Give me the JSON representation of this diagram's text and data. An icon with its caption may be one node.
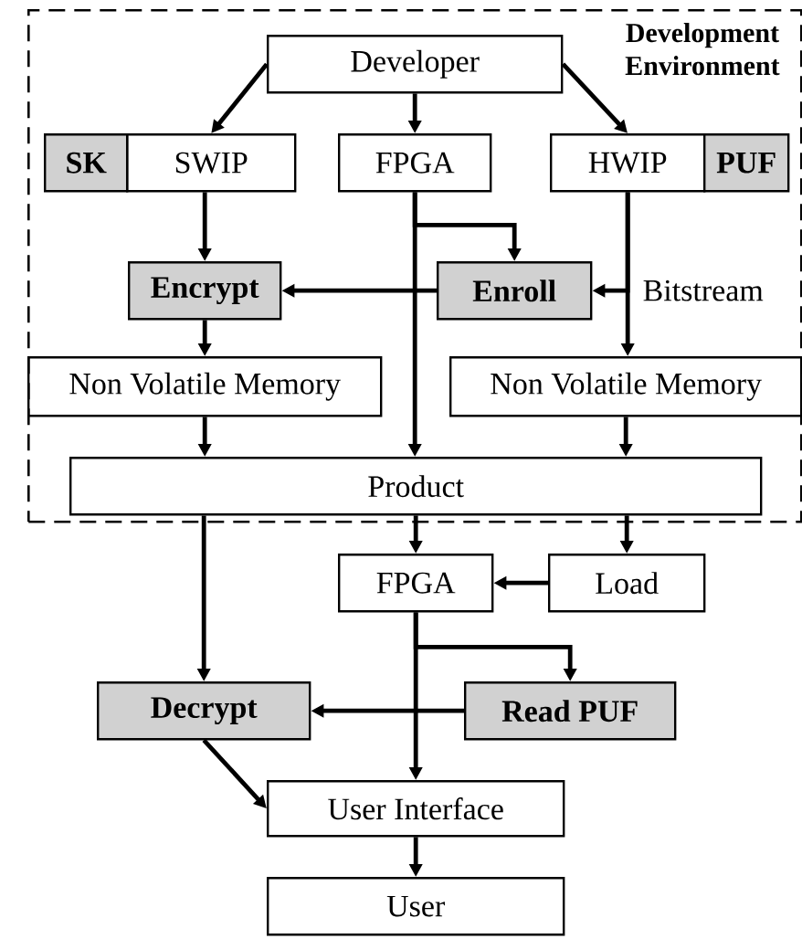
{
  "diagram": {
    "nodes": [
      {
        "text": [
          "Development Environment"
        ]
      },
      {
        "text": [
          "Developer"
        ],
        "in": 0
      },
      {
        "text": [
          "SK"
        ],
        "in": 0
      },
      {
        "text": [
          "SWIP"
        ],
        "in": 0
      },
      {
        "text": [
          "FPGA"
        ],
        "in": 0
      },
      {
        "text": [
          "HWIP"
        ],
        "in": 0
      },
      {
        "text": [
          "PUF"
        ],
        "in": 0
      },
      {
        "text": [
          "Encrypt"
        ],
        "in": 0
      },
      {
        "text": [
          "Enroll"
        ],
        "in": 0
      },
      {
        "text": [
          "Non Volatile Memory"
        ],
        "in": 0
      },
      {
        "text": [
          "Non Volatile Memory"
        ],
        "in": 0
      },
      {
        "text": [
          "Product"
        ],
        "in": 0
      },
      {
        "text": [
          "FPGA"
        ]
      },
      {
        "text": [
          "Load"
        ]
      },
      {
        "text": [
          "Decrypt"
        ]
      },
      {
        "text": [
          "Read PUF"
        ]
      },
      {
        "text": [
          "User Interface"
        ]
      },
      {
        "text": [
          "User"
        ]
      }
    ],
    "edges": [
      {
        "from": 1,
        "to": 3,
        "arrow": "to"
      },
      {
        "from": 1,
        "to": 4,
        "arrow": "to"
      },
      {
        "from": 1,
        "to": 5,
        "arrow": "to"
      },
      {
        "from": 3,
        "to": 7,
        "arrow": "to"
      },
      {
        "from": 4,
        "to": 8,
        "arrow": "to"
      },
      {
        "from": 4,
        "to": 11,
        "arrow": "to"
      },
      {
        "from": 5,
        "to": 8,
        "arrow": "to"
      },
      {
        "from": 5,
        "to": 10,
        "arrow": "to",
        "label": "Bitstream"
      },
      {
        "from": 8,
        "to": 7,
        "arrow": "to"
      },
      {
        "from": 7,
        "to": 9,
        "arrow": "to"
      },
      {
        "from": 9,
        "to": 11,
        "arrow": "to"
      },
      {
        "from": 10,
        "to": 11,
        "arrow": "to"
      },
      {
        "from": 11,
        "to": 14,
        "arrow": "to"
      },
      {
        "from": 11,
        "to": 12,
        "arrow": "to"
      },
      {
        "from": 11,
        "to": 13,
        "arrow": "to"
      },
      {
        "from": 13,
        "to": 12,
        "arrow": "to"
      },
      {
        "from": 12,
        "to": 15,
        "arrow": "to"
      },
      {
        "from": 12,
        "to": 16,
        "arrow": "to"
      },
      {
        "from": 15,
        "to": 14,
        "arrow": "to"
      },
      {
        "from": 14,
        "to": 16,
        "arrow": "to"
      },
      {
        "from": 16,
        "to": 17,
        "arrow": "to"
      }
    ]
  }
}
